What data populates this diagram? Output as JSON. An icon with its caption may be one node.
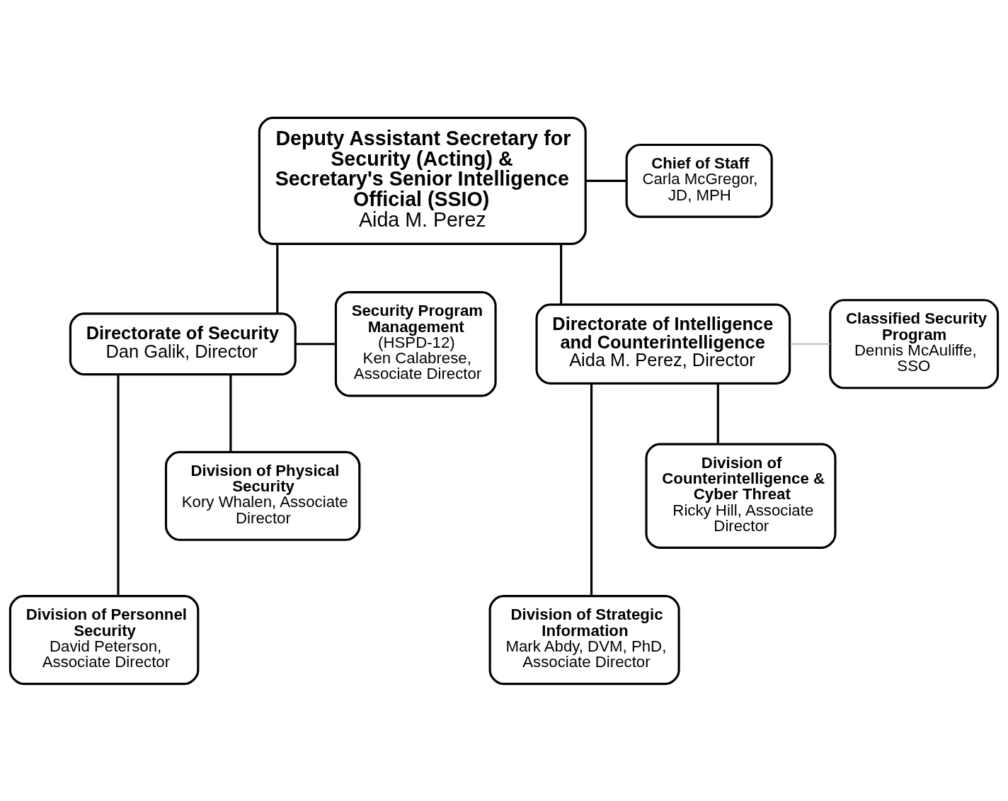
{
  "diagram": {
    "nodes": [
      {
        "text": [
          "Deputy Assistant Secretary for Security (Acting) &",
          "Secretary's Senior Intelligence Official (SSIO)",
          "Aida M. Perez"
        ]
      },
      {
        "text": [
          "Chief of Staff",
          "Carla McGregor, JD, MPH"
        ]
      },
      {
        "text": [
          "Directorate of Security",
          "Dan Galik, Director"
        ]
      },
      {
        "text": [
          "Directorate of Intelligence and Counterintelligence",
          "Aida M. Perez, Director"
        ]
      },
      {
        "text": [
          "Classified Security Program",
          "Dennis McAuliffe, SSO"
        ]
      },
      {
        "text": [
          "Security Program Management",
          "(HSPD-12)",
          "Ken Calabrese, Associate Director"
        ]
      },
      {
        "text": [
          "Division of Personnel Security",
          "David Peterson, Associate Director"
        ]
      },
      {
        "text": [
          "Division of Physical Security",
          "Kory Whalen, Associate Director"
        ]
      },
      {
        "text": [
          "Division of Strategic Information",
          "Mark Abdy, DVM, PhD, Associate Director"
        ]
      },
      {
        "text": [
          "Division of Counterintelligence & Cyber Threat",
          "Ricky Hill, Associate Director"
        ]
      }
    ],
    "edges": [
      {
        "from": 0,
        "to": 1,
        "arrow": "none"
      },
      {
        "from": 0,
        "to": 2,
        "arrow": "none"
      },
      {
        "from": 0,
        "to": 3,
        "arrow": "none"
      },
      {
        "from": 3,
        "to": 4,
        "arrow": "none",
        "color": "#a6a6a6"
      },
      {
        "from": 2,
        "to": 5,
        "arrow": "none"
      },
      {
        "from": 2,
        "to": 6,
        "arrow": "none"
      },
      {
        "from": 2,
        "to": 7,
        "arrow": "none"
      },
      {
        "from": 3,
        "to": 8,
        "arrow": "none"
      },
      {
        "from": 3,
        "to": 9,
        "arrow": "none"
      }
    ]
  }
}
